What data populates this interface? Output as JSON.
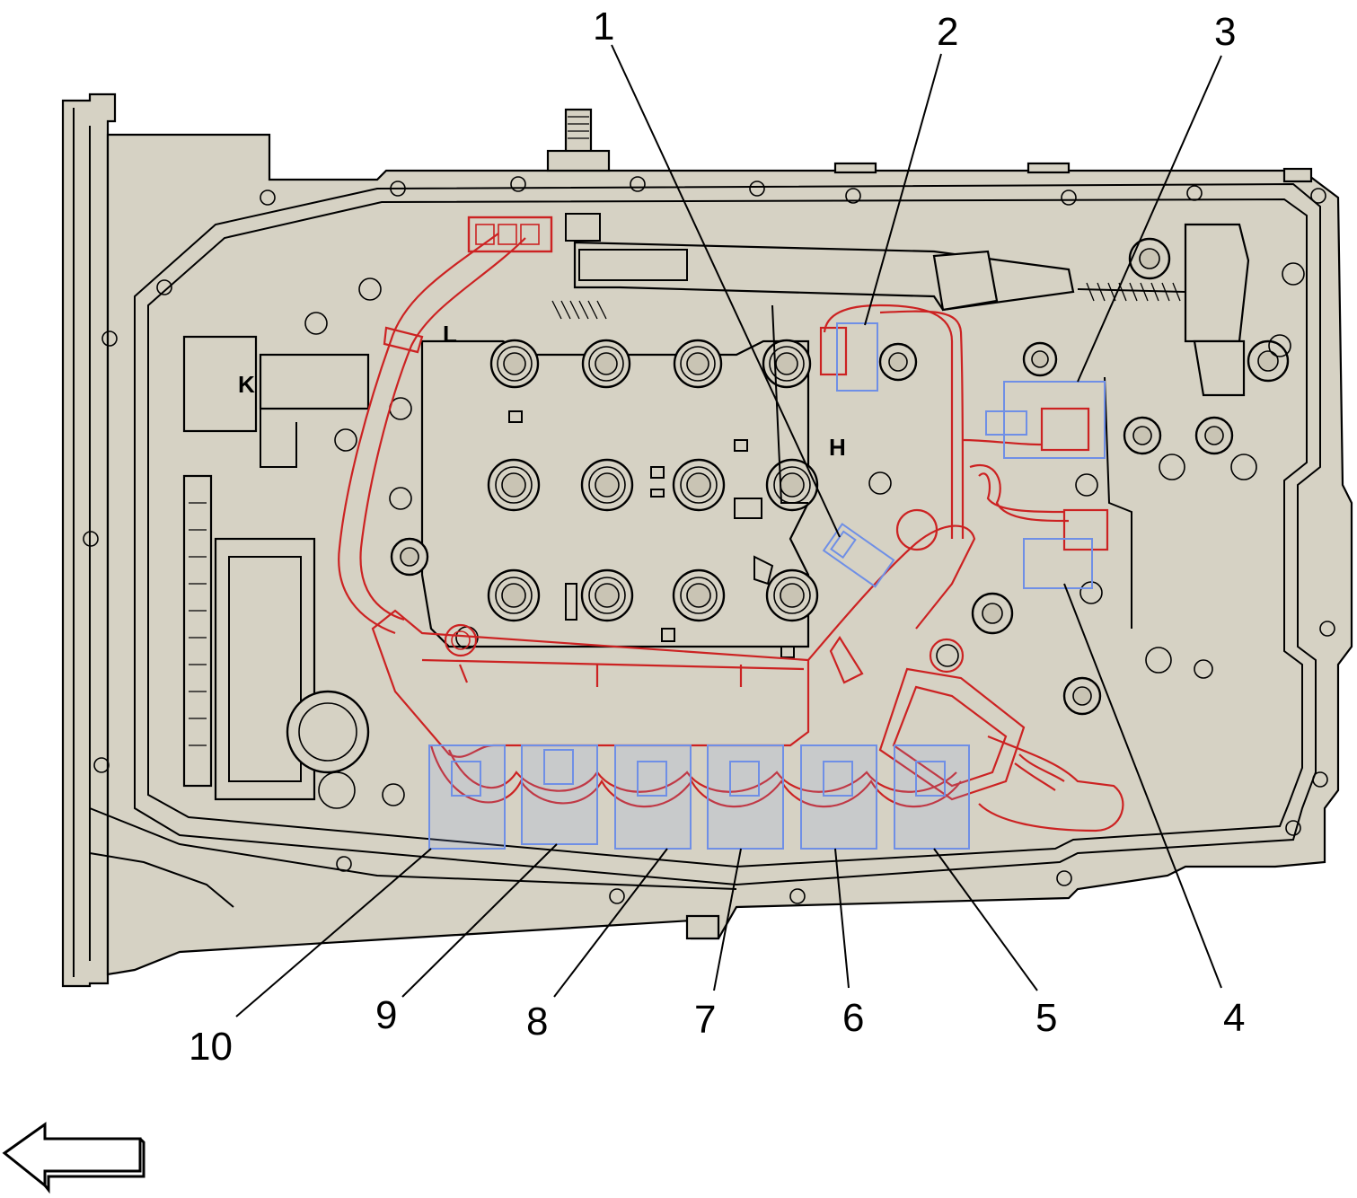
{
  "colors": {
    "housing": "#d6d2c4",
    "harness": "#cc2222",
    "solenoid": "#6f8fe6",
    "line": "#000000"
  },
  "callouts": [
    "1",
    "2",
    "3",
    "4",
    "5",
    "6",
    "7",
    "8",
    "9",
    "10"
  ],
  "markings": [
    "K",
    "L",
    "H"
  ],
  "direction_arrow": "left-arrow-icon"
}
